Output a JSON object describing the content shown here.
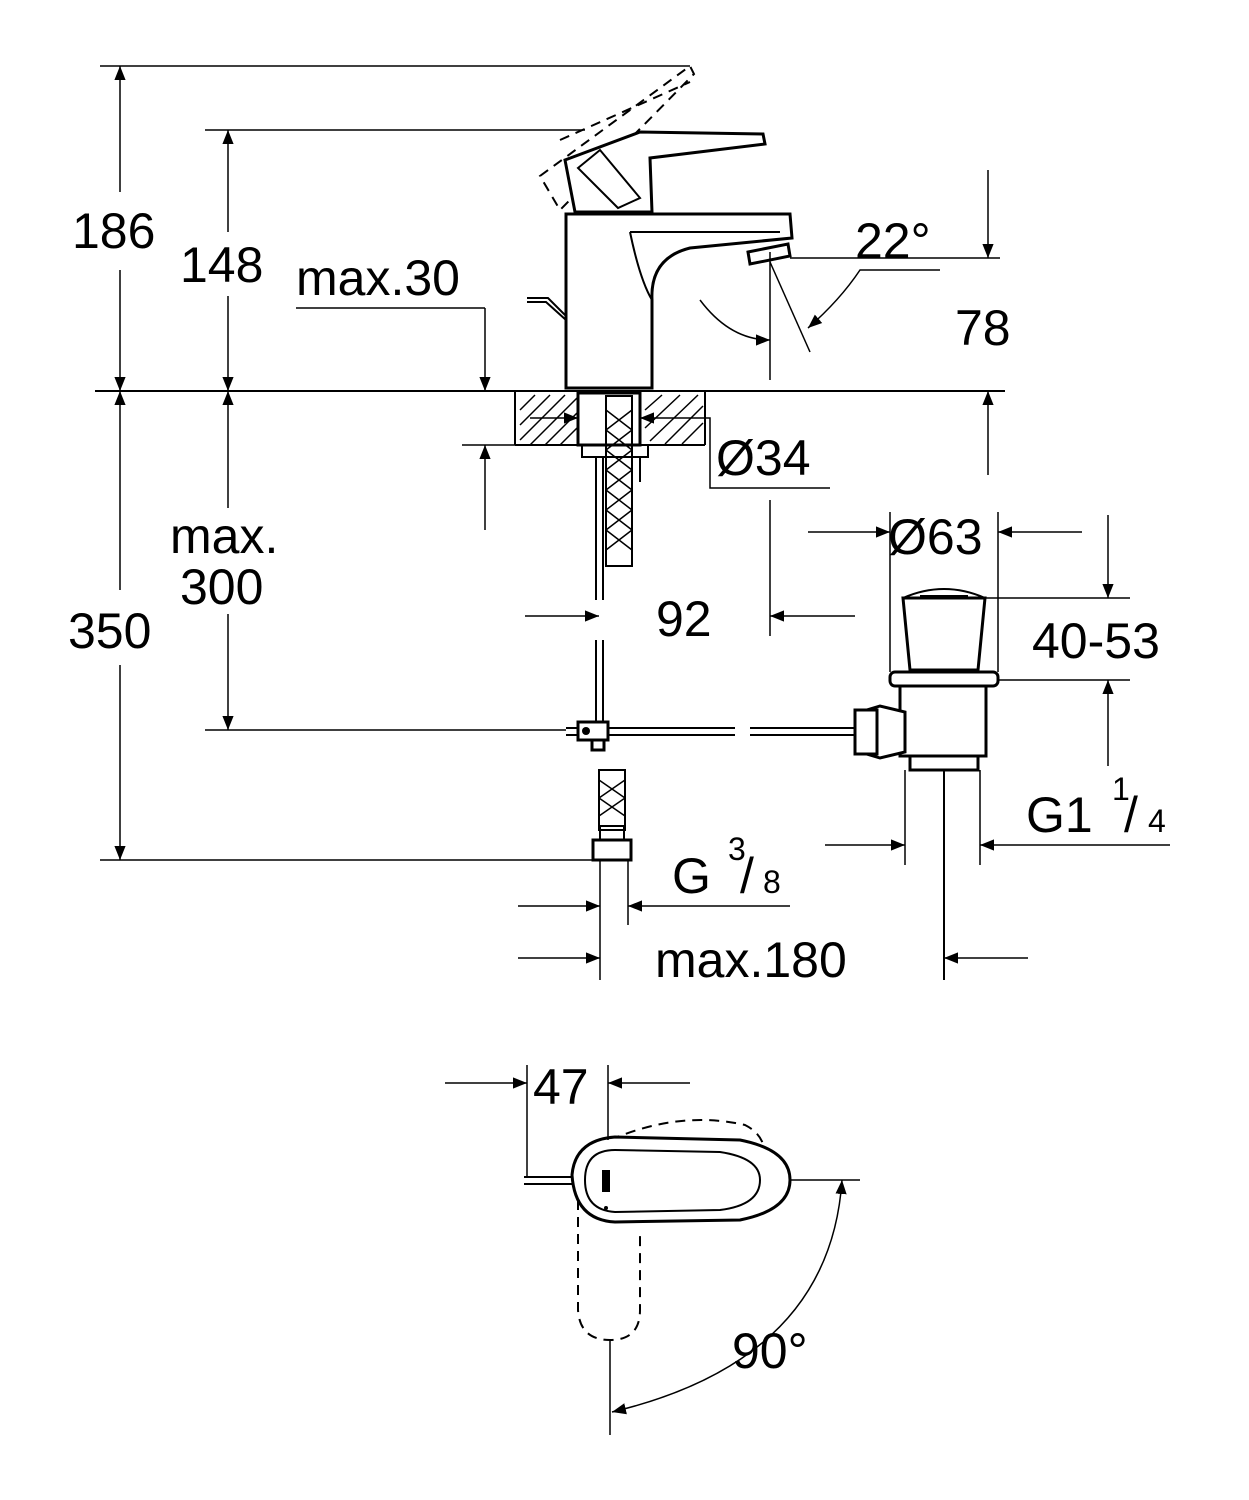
{
  "dimensions": {
    "overall_height": "186",
    "spout_height": "148",
    "deck_thickness": "max.30",
    "spout_angle": "22°",
    "spout_clearance": "78",
    "hole_diameter": "Ø34",
    "under_deck_label_1": "max.",
    "under_deck_label_2": "300",
    "total_under": "350",
    "waste_diameter": "Ø63",
    "waste_height": "40-53",
    "spout_reach": "92",
    "waste_thread_main": "G1",
    "waste_thread_num": "1",
    "waste_thread_den": "4",
    "supply_thread_main": "G",
    "supply_thread_num": "3",
    "supply_thread_den": "8",
    "waste_offset": "max.180",
    "lever_width": "47",
    "lever_rotation": "90°"
  }
}
